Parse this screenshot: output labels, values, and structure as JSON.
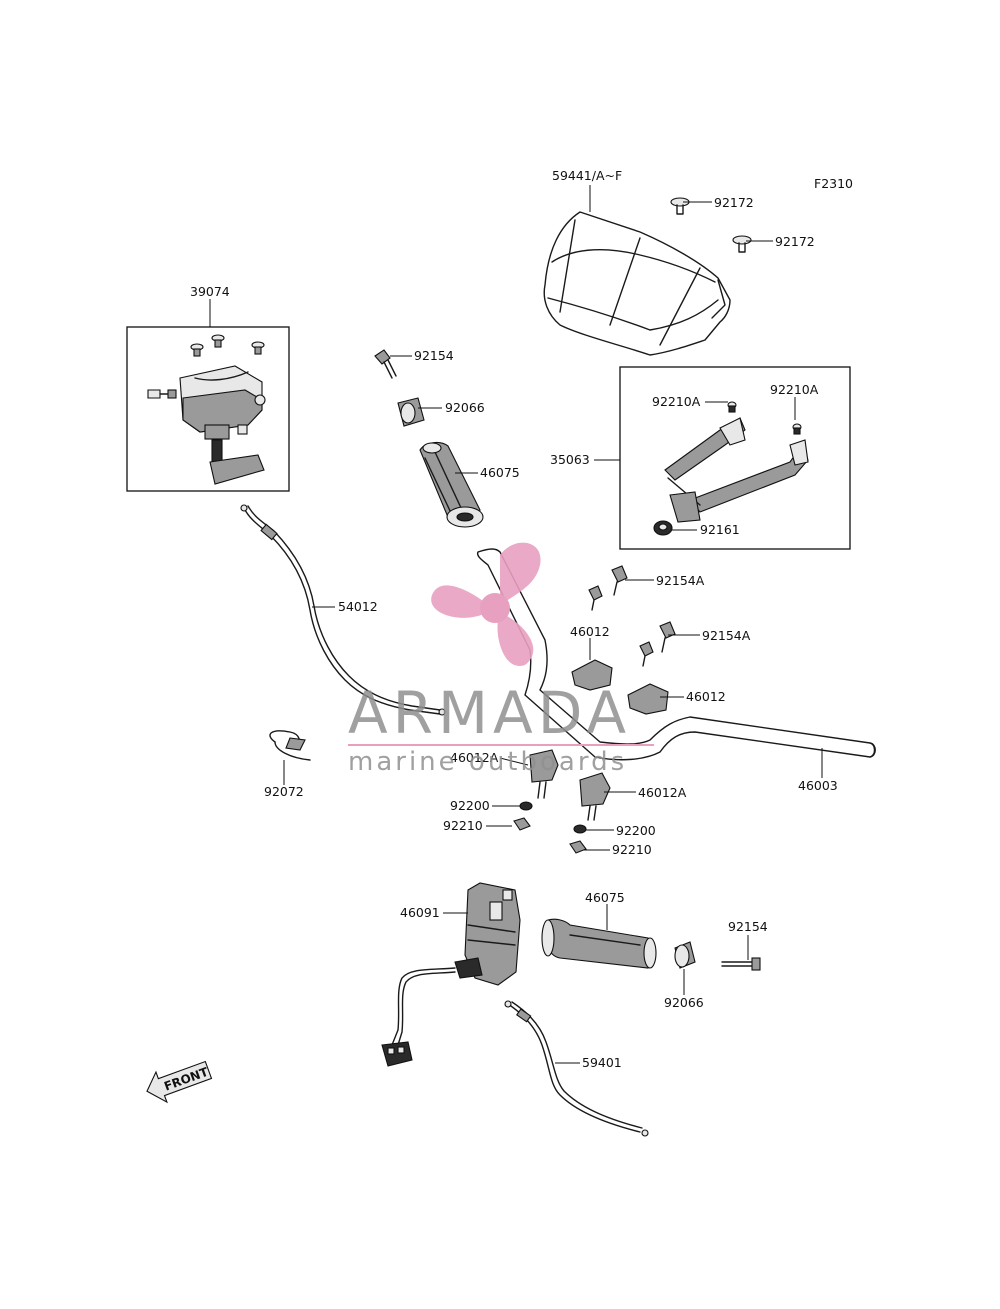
{
  "diagram": {
    "code": "F2310",
    "front_label": "FRONT",
    "parts": [
      {
        "id": "59441",
        "label": "59441/A~F"
      },
      {
        "id": "92172a",
        "label": "92172"
      },
      {
        "id": "92172b",
        "label": "92172"
      },
      {
        "id": "39074",
        "label": "39074"
      },
      {
        "id": "92154a",
        "label": "92154"
      },
      {
        "id": "92066a",
        "label": "92066"
      },
      {
        "id": "46075a",
        "label": "46075"
      },
      {
        "id": "92210A1",
        "label": "92210A"
      },
      {
        "id": "92210A2",
        "label": "92210A"
      },
      {
        "id": "35063",
        "label": "35063"
      },
      {
        "id": "92161",
        "label": "92161"
      },
      {
        "id": "92154A1",
        "label": "92154A"
      },
      {
        "id": "92154A2",
        "label": "92154A"
      },
      {
        "id": "46012a",
        "label": "46012"
      },
      {
        "id": "46012b",
        "label": "46012"
      },
      {
        "id": "54012",
        "label": "54012"
      },
      {
        "id": "46012A1",
        "label": "46012A"
      },
      {
        "id": "46012A2",
        "label": "46012A"
      },
      {
        "id": "46003",
        "label": "46003"
      },
      {
        "id": "92072",
        "label": "92072"
      },
      {
        "id": "92200a",
        "label": "92200"
      },
      {
        "id": "92200b",
        "label": "92200"
      },
      {
        "id": "92210a",
        "label": "92210"
      },
      {
        "id": "92210b",
        "label": "92210"
      },
      {
        "id": "46091",
        "label": "46091"
      },
      {
        "id": "46075b",
        "label": "46075"
      },
      {
        "id": "92154b",
        "label": "92154"
      },
      {
        "id": "92066b",
        "label": "92066"
      },
      {
        "id": "59401",
        "label": "59401"
      }
    ]
  },
  "watermark": {
    "brand": "ARMADA",
    "tagline": "marine outboards",
    "logo_color": "#e8a0c0",
    "text_color": "#8f8f8f"
  }
}
